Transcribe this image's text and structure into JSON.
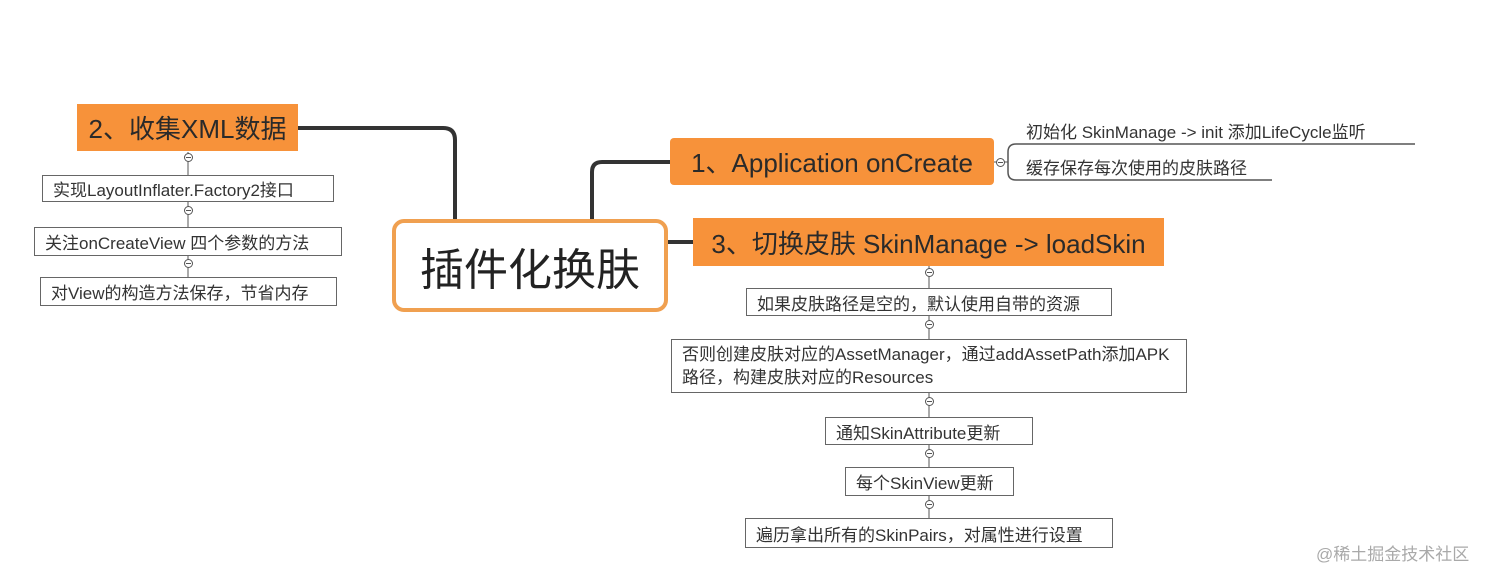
{
  "center": {
    "label": "插件化换肤"
  },
  "topics": {
    "collect": {
      "label": "2、收集XML数据",
      "children": [
        "实现LayoutInflater.Factory2接口",
        "关注onCreateView 四个参数的方法",
        "对View的构造方法保存，节省内存"
      ]
    },
    "application": {
      "label": "1、Application onCreate",
      "children": [
        "初始化 SkinManage -> init 添加LifeCycle监听",
        "缓存保存每次使用的皮肤路径"
      ]
    },
    "switch": {
      "label": "3、切换皮肤 SkinManage -> loadSkin",
      "children": [
        "如果皮肤路径是空的，默认使用自带的资源",
        "否则创建皮肤对应的AssetManager，通过addAssetPath添加APK路径，构建皮肤对应的Resources",
        "通知SkinAttribute更新",
        "每个SkinView更新",
        "遍历拿出所有的SkinPairs，对属性进行设置"
      ]
    }
  },
  "watermark": "@稀土掘金技术社区",
  "colors": {
    "topic_fill": "#f7923a",
    "center_border": "#f0a050",
    "connector": "#333333"
  }
}
